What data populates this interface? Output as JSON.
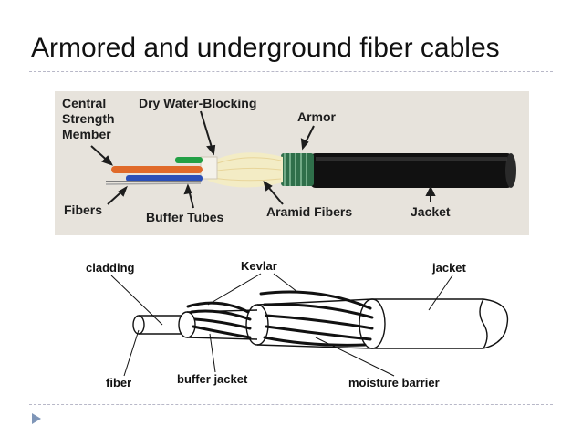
{
  "slide": {
    "title": "Armored and underground fiber cables"
  },
  "photo_labels": {
    "central_l1": "Central",
    "central_l2": "Strength",
    "central_l3": "Member",
    "dry_water": "Dry Water-Blocking",
    "armor": "Armor",
    "fibers": "Fibers",
    "buffer_tubes": "Buffer Tubes",
    "aramid": "Aramid Fibers",
    "jacket": "Jacket"
  },
  "diagram_labels": {
    "cladding": "cladding",
    "kevlar": "Kevlar",
    "jacket": "jacket",
    "fiber": "fiber",
    "buffer_jacket": "buffer jacket",
    "moisture_barrier": "moisture barrier"
  },
  "colors": {
    "accent_bullet": "#7f96b8",
    "photo_bg": "#e7e3dc",
    "jacket_black": "#111111",
    "armor_green": "#2f6f4a",
    "tube_orange": "#e06a2a",
    "tube_blue": "#2b4fb8",
    "tube_green": "#23a045"
  }
}
